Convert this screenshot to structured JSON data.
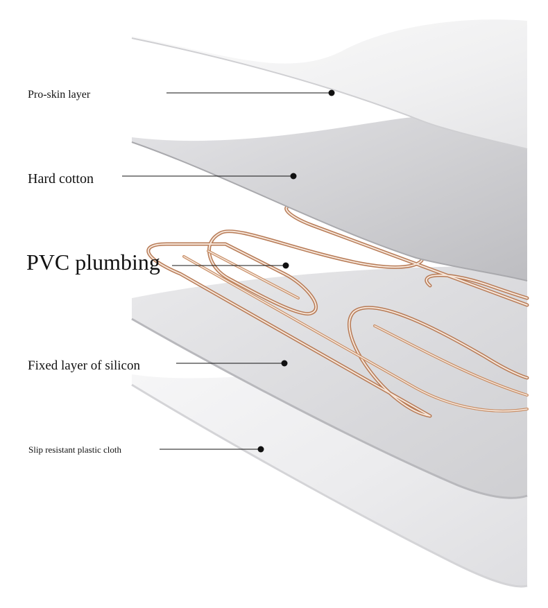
{
  "diagram": {
    "layers": [
      {
        "id": "pro-skin",
        "label": "Pro-skin layer"
      },
      {
        "id": "hard-cotton",
        "label": "Hard cotton"
      },
      {
        "id": "pvc",
        "label": "PVC plumbing"
      },
      {
        "id": "silicon",
        "label": "Fixed layer of silicon"
      },
      {
        "id": "slip-cloth",
        "label": "Slip resistant plastic cloth"
      }
    ],
    "colors": {
      "leader_line": "#111111",
      "tube_copper": "#c98f67",
      "sheet_light": "#f3f3f4",
      "sheet_grey": "#d2d2d4"
    }
  }
}
